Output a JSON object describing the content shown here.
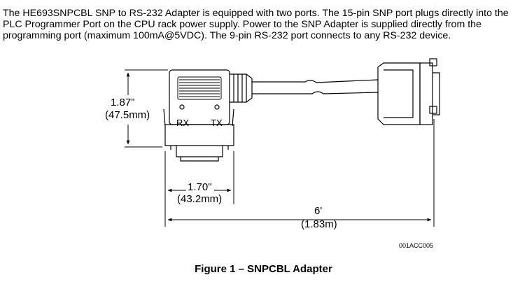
{
  "intro_lines": [
    "The HE693SNPCBL SNP to RS-232 Adapter is equipped with two ports.  The 15-pin SNP port plugs directly into the",
    "PLC Programmer Port on the CPU rack power supply.  Power to the SNP Adapter is supplied directly from the",
    "programming port (maximum 100mA@5VDC).  The 9-pin RS-232 port connects to any RS-232 device."
  ],
  "diagram": {
    "height_in": "1.87”",
    "height_mm": "(47.5mm)",
    "port_rx": "RX",
    "port_tx": "TX",
    "width_in": "1.70\"",
    "width_mm": "(43.2mm)",
    "length_ft": "6'",
    "length_m": "(1.83m)",
    "figure_code": "001ACC005"
  },
  "caption": "Figure 1 – SNPCBL Adapter"
}
